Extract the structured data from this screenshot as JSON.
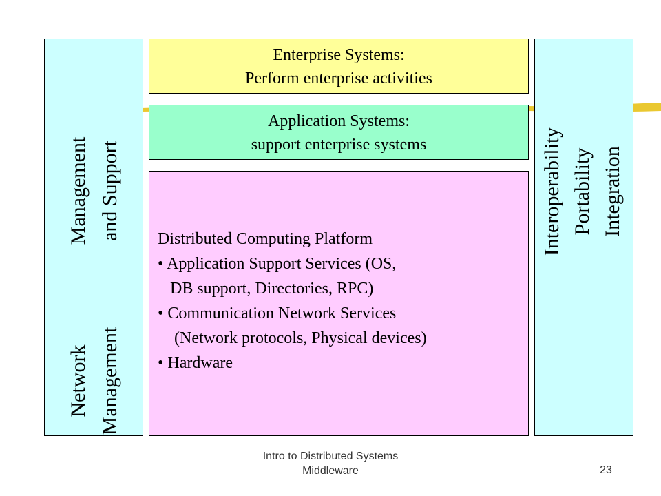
{
  "left_column": {
    "top_lines": [
      "Management",
      "and Support"
    ],
    "bottom_lines": [
      "Network",
      "Management"
    ]
  },
  "enterprise": {
    "line1": "Enterprise Systems:",
    "line2": "Perform enterprise activities"
  },
  "application": {
    "line1": "Application Systems:",
    "line2": "support enterprise systems"
  },
  "platform": {
    "title": "Distributed Computing Platform",
    "lines": [
      "• Application Support Services (OS,",
      "   DB support, Directories, RPC)",
      "• Communication Network Services",
      "    (Network protocols, Physical devices)",
      "• Hardware"
    ]
  },
  "right_column": {
    "lines": [
      "Interoperability",
      "Portability",
      "Integration"
    ]
  },
  "footer": {
    "title_line1": "Intro to Distributed Systems",
    "title_line2": "Middleware",
    "page_number": "23"
  },
  "colors": {
    "side_columns": "#ccffff",
    "enterprise": "#ffff99",
    "application": "#99ffcc",
    "platform": "#ffccff",
    "accent_stroke": "#e8c21a"
  }
}
